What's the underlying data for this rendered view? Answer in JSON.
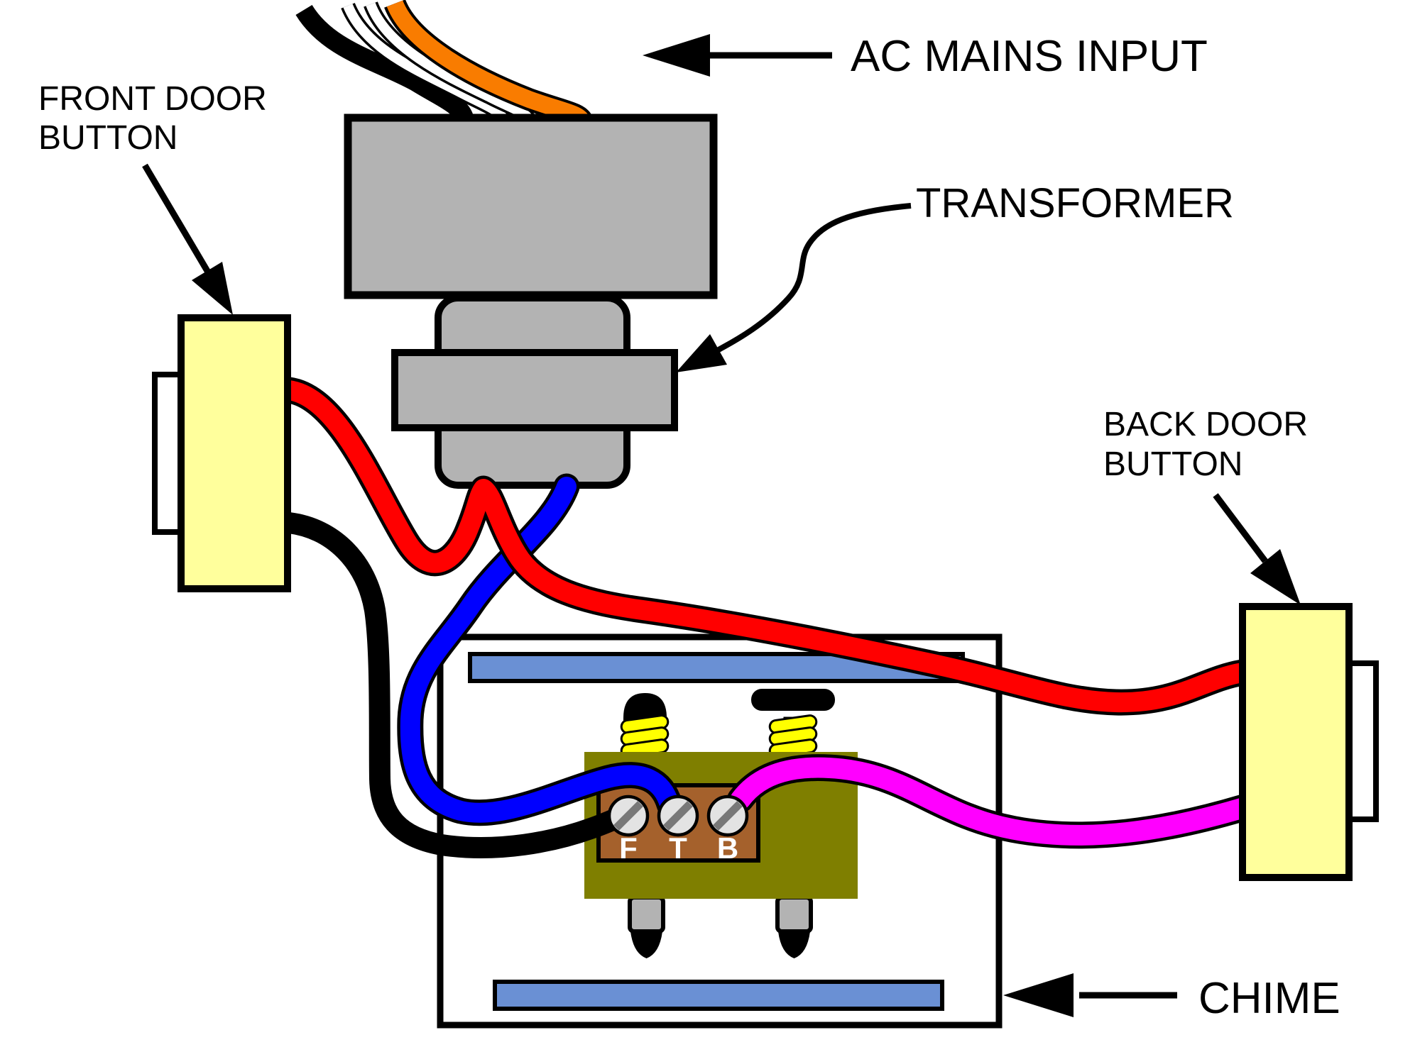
{
  "labels": {
    "ac_mains_input": "AC MAINS INPUT",
    "transformer": "TRANSFORMER",
    "front_door_button": {
      "line1": "FRONT DOOR",
      "line2": "BUTTON"
    },
    "back_door_button": {
      "line1": "BACK DOOR",
      "line2": "BUTTON"
    },
    "chime": "CHIME"
  },
  "terminals": {
    "front": "F",
    "transformer": "T",
    "back": "B"
  },
  "colors": {
    "wire_red": "#ff0000",
    "wire_blue": "#0000ff",
    "wire_black": "#000000",
    "wire_magenta": "#ff00ff",
    "wire_orange": "#f97c00",
    "wire_white": "#ffffff",
    "button_yellow": "#ffff9c",
    "transformer_gray": "#b3b3b3",
    "chime_bar_blue": "#6a90d4",
    "board_olive": "#7f7f00",
    "terminal_brown": "#a5612c",
    "screw_gray": "#e3e3e3",
    "spring_yellow": "#ffff00",
    "prong_gray": "#b3b3b3"
  }
}
